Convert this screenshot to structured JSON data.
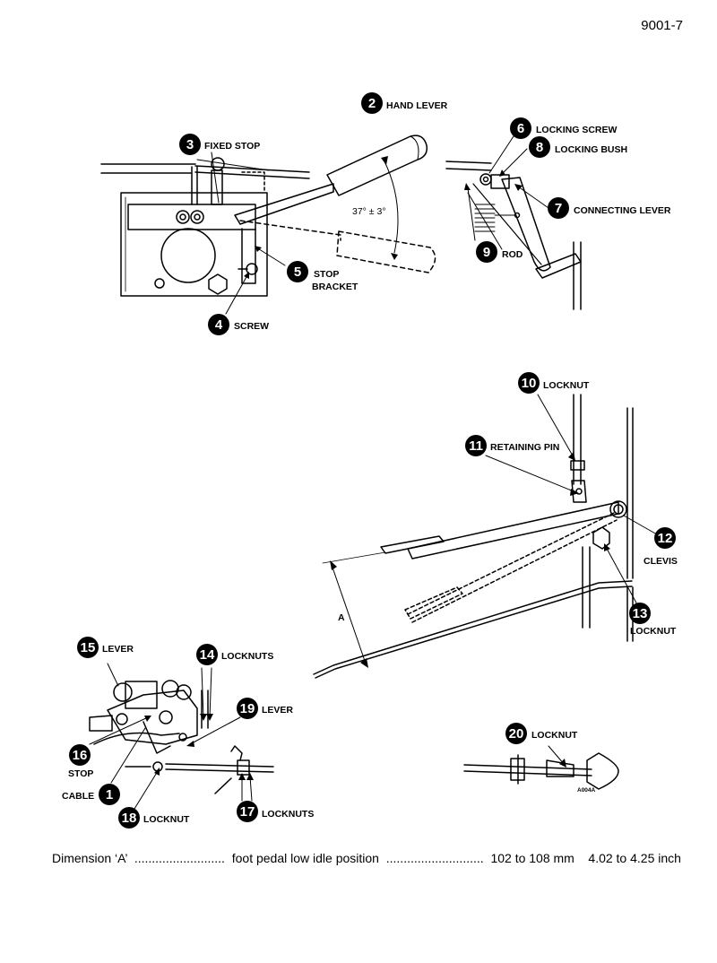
{
  "page_number": "9001-7",
  "callouts": [
    {
      "num": "2",
      "label": "HAND LEVER"
    },
    {
      "num": "3",
      "label": "FIXED STOP"
    },
    {
      "num": "5",
      "label": "STOP"
    },
    {
      "num": "4",
      "label": "SCREW"
    },
    {
      "num": "6",
      "label": "LOCKING SCREW"
    },
    {
      "num": "8",
      "label": "LOCKING BUSH"
    },
    {
      "num": "7",
      "label": "CONNECTING LEVER"
    },
    {
      "num": "9",
      "label": "ROD"
    },
    {
      "num": "10",
      "label": "LOCKNUT"
    },
    {
      "num": "11",
      "label": "RETAINING PIN"
    },
    {
      "num": "12",
      "label": "CLEVIS"
    },
    {
      "num": "13",
      "label": "LOCKNUT"
    },
    {
      "num": "15",
      "label": "LEVER"
    },
    {
      "num": "14",
      "label": "LOCKNUTS"
    },
    {
      "num": "19",
      "label": "LEVER"
    },
    {
      "num": "16",
      "label": "STOP"
    },
    {
      "num": "1",
      "label": "CABLE"
    },
    {
      "num": "18",
      "label": "LOCKNUT"
    },
    {
      "num": "17",
      "label": "LOCKNUTS"
    },
    {
      "num": "20",
      "label": "LOCKNUT"
    }
  ],
  "extra_labels": {
    "stop_bracket_2": "BRACKET",
    "angle": "37° ± 3°",
    "dimension_a": "A",
    "figure_code": "A004A"
  },
  "dimension_line": {
    "name": "Dimension ‘A’",
    "dots1": "..........................",
    "condition": "foot pedal low idle position",
    "dots2": "............................",
    "metric": "102 to 108 mm",
    "imperial": "4.02 to 4.25 inch"
  }
}
